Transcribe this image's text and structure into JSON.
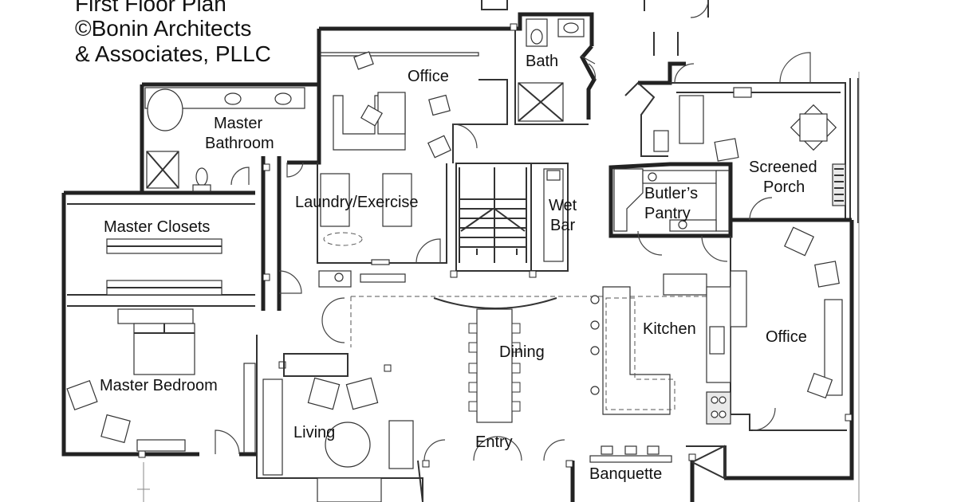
{
  "title": {
    "line1": "First Floor Plan",
    "line2": "©Bonin Architects",
    "line3": "& Associates, PLLC"
  },
  "rooms": {
    "office_north": "Office",
    "bath": "Bath",
    "master_bathroom_1": "Master",
    "master_bathroom_2": "Bathroom",
    "laundry": "Laundry/Exercise",
    "wet_bar_1": "Wet",
    "wet_bar_2": "Bar",
    "butlers_1": "Butler’s",
    "butlers_2": "Pantry",
    "screened_1": "Screened",
    "screened_2": "Porch",
    "master_closets": "Master Closets",
    "kitchen": "Kitchen",
    "dining": "Dining",
    "office_east": "Office",
    "master_bedroom": "Master Bedroom",
    "living": "Living",
    "entry": "Entry",
    "banquette": "Banquette"
  }
}
